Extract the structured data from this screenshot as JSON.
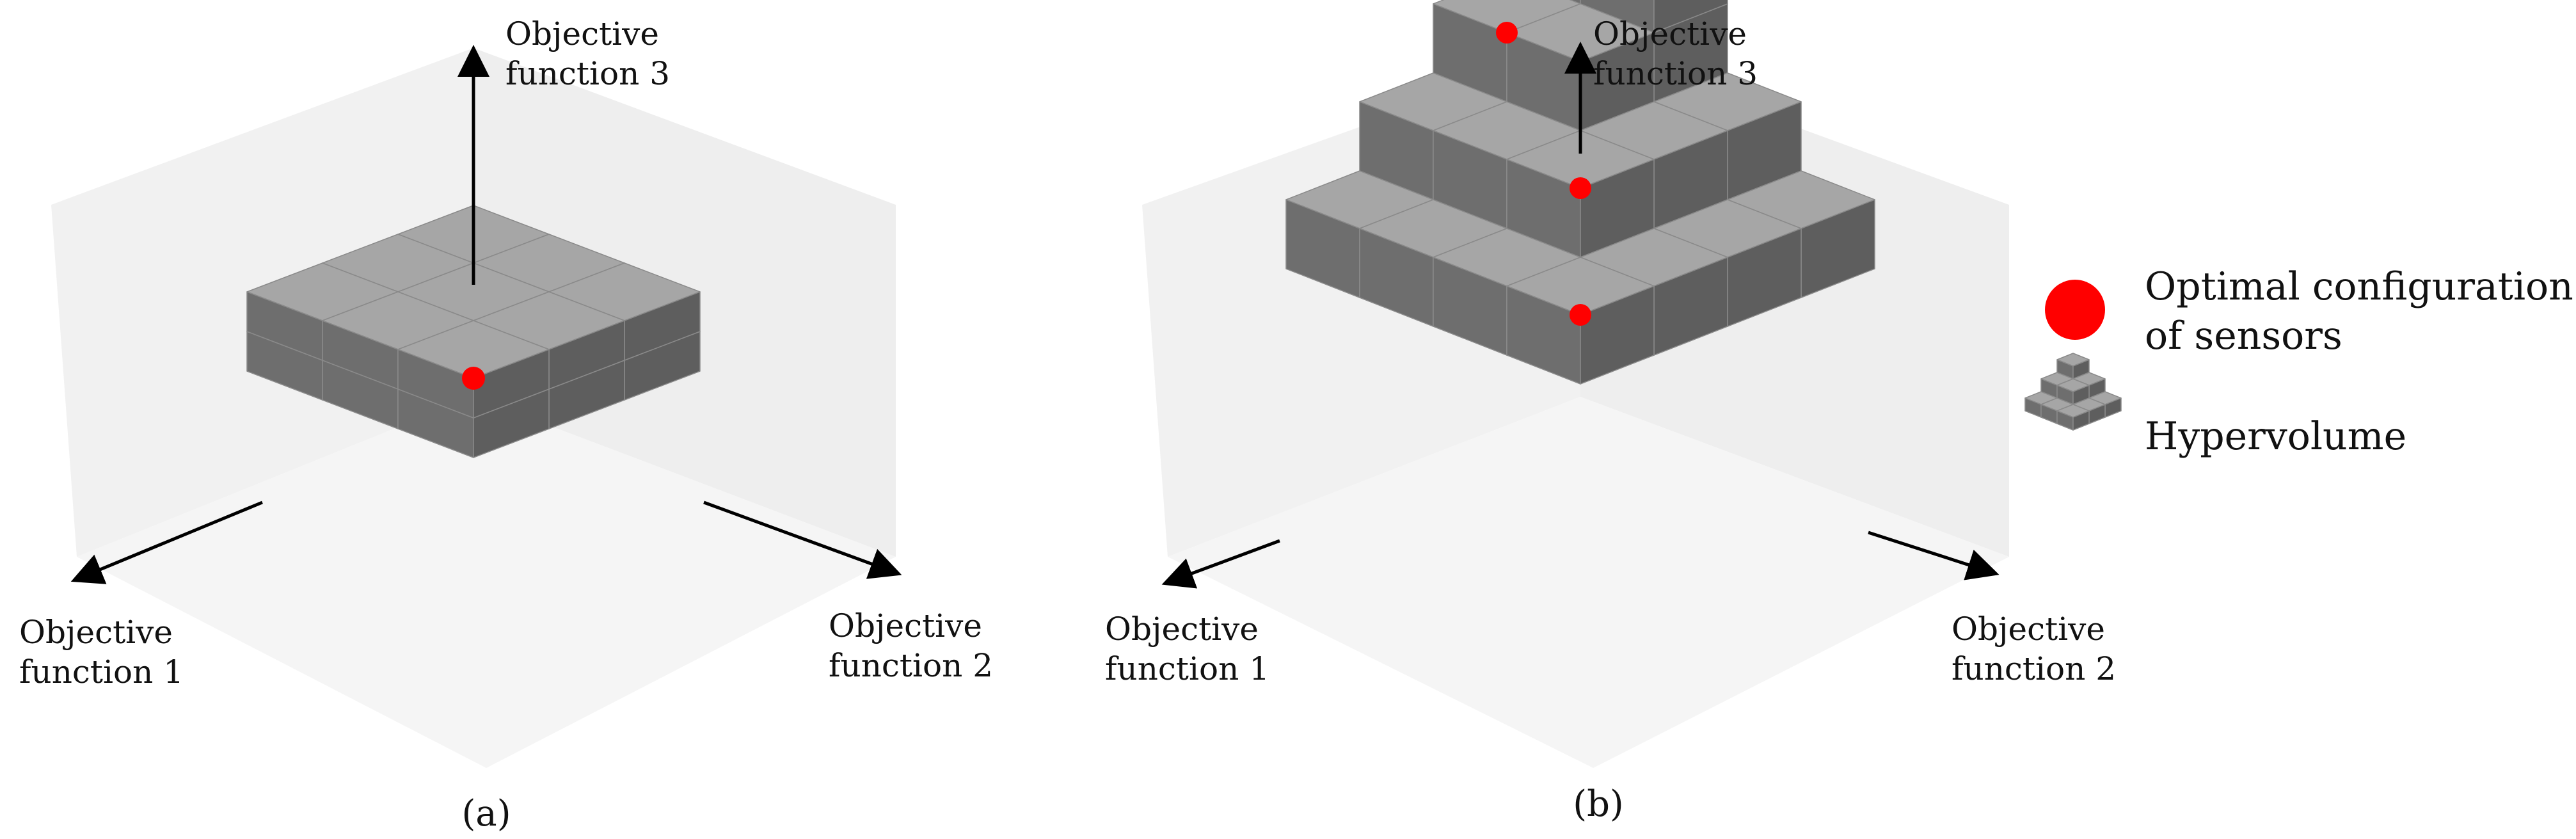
{
  "panel_a": {
    "axis_labels": {
      "obj1": [
        "Objective",
        "function 1"
      ],
      "obj2": [
        "Objective",
        "function 2"
      ],
      "obj3": [
        "Objective",
        "function 3"
      ]
    },
    "caption": "(a)"
  },
  "panel_b": {
    "axis_labels": {
      "obj1": [
        "Objective",
        "function 1"
      ],
      "obj2": [
        "Objective",
        "function 2"
      ],
      "obj3": [
        "Objective",
        "function 3"
      ]
    },
    "caption": "(b)"
  },
  "legend": {
    "optimal_label": [
      "Optimal configuration",
      "of sensors"
    ],
    "hypervolume_label": "Hypervolume"
  },
  "colors": {
    "top": "#a6a6a6",
    "left": "#6e6e6e",
    "right": "#5e5e5e",
    "marker": "#ff0000",
    "wall": "#ececec",
    "axis": "#000000"
  }
}
